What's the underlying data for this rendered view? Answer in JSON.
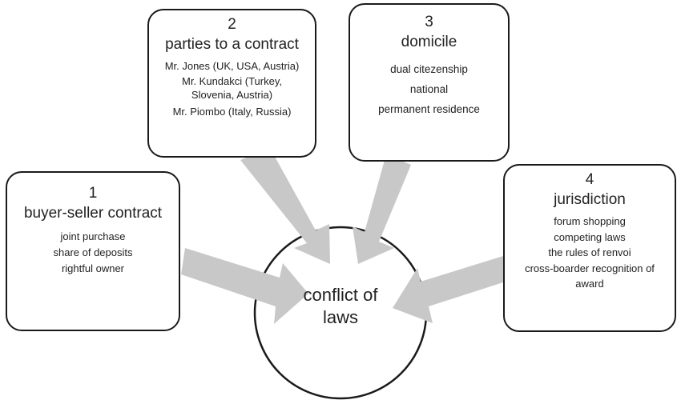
{
  "center": {
    "label_line1": "conflict of",
    "label_line2": "laws"
  },
  "boxes": [
    {
      "number": "1",
      "title": "buyer-seller  contract",
      "items": [
        "joint purchase",
        "share of deposits",
        "rightful owner"
      ]
    },
    {
      "number": "2",
      "title": "parties to a contract",
      "items": [
        "Mr. Jones  (UK, USA, Austria)",
        "Mr. Kundakci (Turkey, Slovenia, Austria)",
        "Mr. Piombo (Italy, Russia)"
      ]
    },
    {
      "number": "3",
      "title": "domicile",
      "items": [
        "dual citezenship",
        "national",
        "permanent residence"
      ]
    },
    {
      "number": "4",
      "title": "jurisdiction",
      "items": [
        "forum shopping",
        "competing laws",
        "the rules of renvoi",
        "cross-boarder recognition of award"
      ]
    }
  ],
  "colors": {
    "border": "#1a1a1a",
    "arrow": "#c8c8c8",
    "text": "#222222"
  }
}
